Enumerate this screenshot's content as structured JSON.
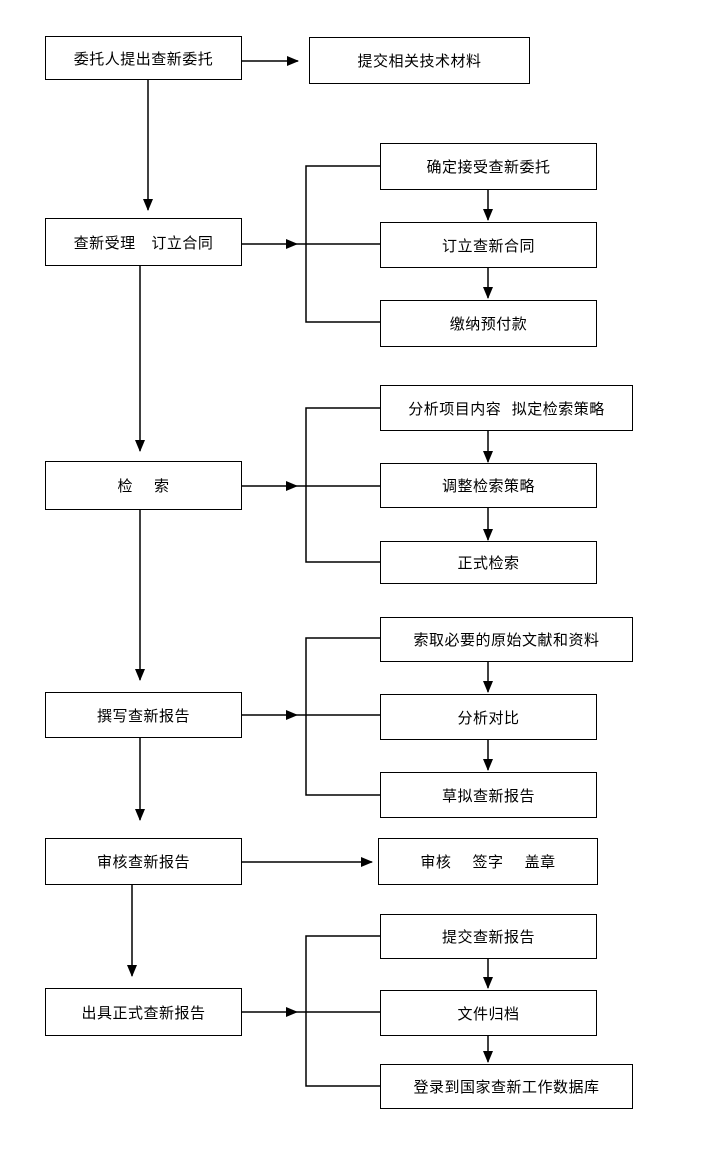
{
  "steps": [
    {
      "label": "委托人提出查新委托",
      "tasks": [
        "提交相关技术材料"
      ]
    },
    {
      "label": "查新受理   订立合同",
      "tasks": [
        "确定接受查新委托",
        "订立查新合同",
        "缴纳预付款"
      ]
    },
    {
      "label": "检    索",
      "tasks": [
        "分析项目内容  拟定检索策略",
        "调整检索策略",
        "正式检索"
      ]
    },
    {
      "label": "撰写查新报告",
      "tasks": [
        "索取必要的原始文献和资料",
        "分析对比",
        "草拟查新报告"
      ]
    },
    {
      "label": "审核查新报告",
      "tasks": [
        "审核    签字    盖章"
      ]
    },
    {
      "label": "出具正式查新报告",
      "tasks": [
        "提交查新报告",
        "文件归档",
        "登录到国家查新工作数据库"
      ]
    }
  ]
}
